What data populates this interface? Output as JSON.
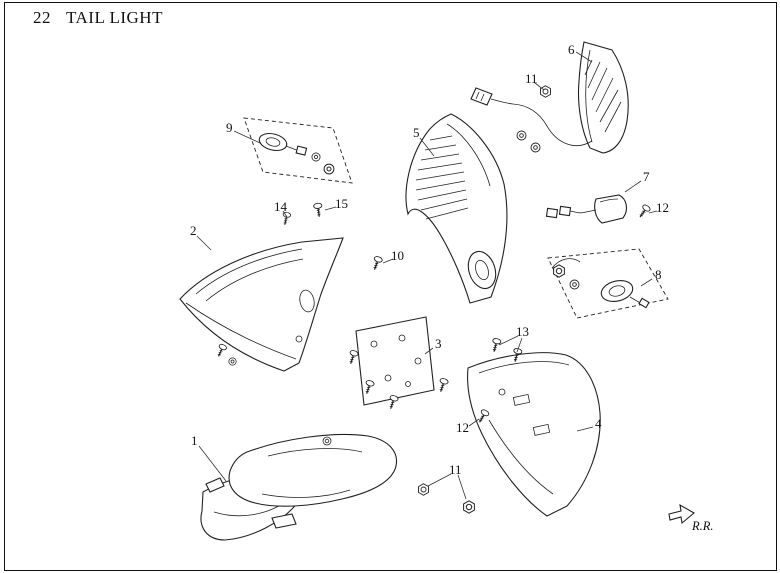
{
  "page": {
    "section_number": "22",
    "title": "TAIL LIGHT",
    "direction_label": "R.R."
  },
  "diagram": {
    "callouts": [
      "9",
      "6",
      "11",
      "5",
      "7",
      "12",
      "8",
      "14",
      "15",
      "2",
      "10",
      "3",
      "13",
      "12",
      "4",
      "1",
      "11"
    ]
  }
}
